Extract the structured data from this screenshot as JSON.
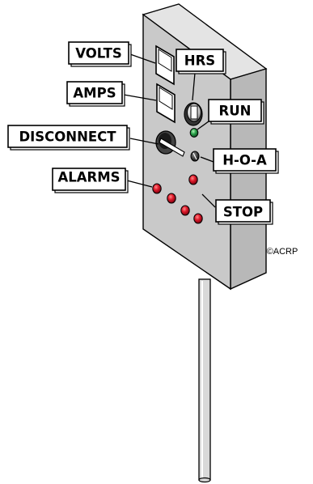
{
  "labels": {
    "volts": "VOLTS",
    "hrs": "HRS",
    "amps": "AMPS",
    "run": "RUN",
    "disconnect": "DISCONNECT",
    "hoa": "H-O-A",
    "alarms": "ALARMS",
    "stop": "STOP"
  },
  "copyright": "©ACRP",
  "colors": {
    "panel_front": "#c9c9c9",
    "panel_side": "#b8b8b8",
    "panel_top": "#e4e4e4",
    "run_light": "#2fa84f",
    "alarm_light": "#d8192b"
  }
}
